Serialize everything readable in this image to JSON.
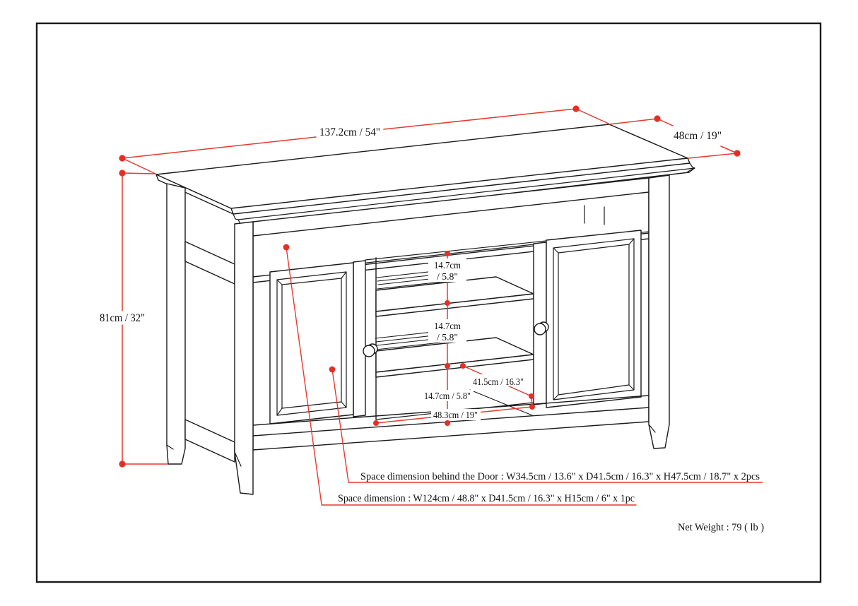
{
  "diagram": {
    "title": "TV stand dimension drawing",
    "product": "isometric line drawing of a TV stand with two raised-panel doors, open top media shelf and two adjustable center shelves",
    "colors": {
      "line": "#1a1a1a",
      "annotation_red": "#e6392e",
      "background": "#ffffff"
    },
    "dimensions": {
      "width": "137.2cm / 54\"",
      "depth": "48cm / 19\"",
      "height": "81cm / 32\"",
      "shelf_gap_top_line1": "14.7cm",
      "shelf_gap_top_line2": "/ 5.8\"",
      "shelf_gap_mid_line1": "14.7cm",
      "shelf_gap_mid_line2": "/ 5.8\"",
      "shelf_gap_bottom": "14.7cm / 5.8\"",
      "shelf_depth": "41.5cm / 16.3\"",
      "center_opening_width": "48.3cm / 19\""
    },
    "notes": {
      "behind_door": "Space dimension behind the Door  : W34.5cm / 13.6\" x D41.5cm / 16.3\" x H47.5cm / 18.7\" x 2pcs",
      "overall_space": "Space dimension : W124cm / 48.8\" x D41.5cm / 16.3\" x H15cm / 6\" x 1pc",
      "net_weight": "Net Weight : 79 ( lb )"
    }
  }
}
